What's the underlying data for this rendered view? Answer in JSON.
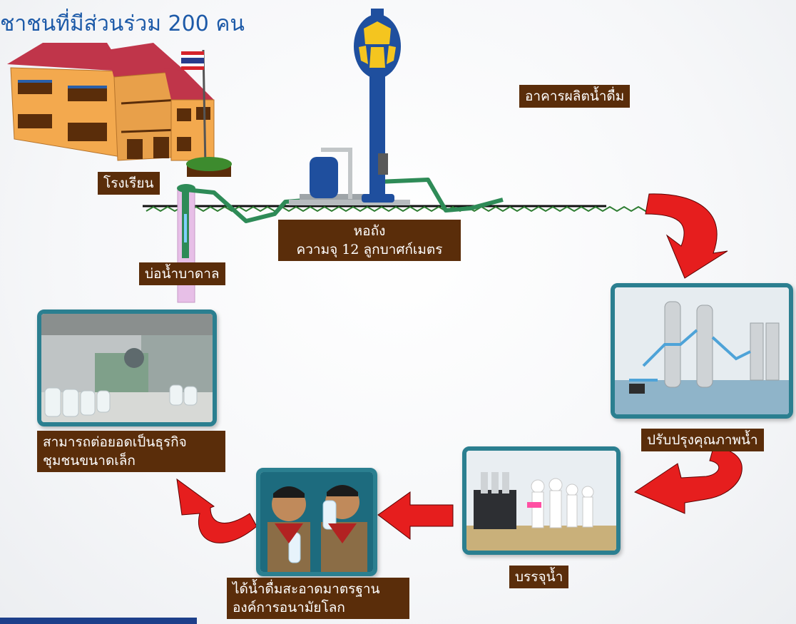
{
  "title": "ชาชนที่มีส่วนร่วม 200 คน",
  "labels": {
    "school": "โรงเรียน",
    "building": "อาคารผลิตน้ำดื่ม",
    "tower_line1": "หอถัง",
    "tower_line2": "ความจุ 12 ลูกบาศก์เมตร",
    "well": "บ่อน้ำบาดาล",
    "business_line1": "สามารถต่อยอดเป็นธุรกิจ",
    "business_line2": "ชุมชนขนาดเล็ก",
    "improve": "ปรับปรุงคุณภาพน้ำ",
    "bottling": "บรรจุน้ำ",
    "standard_line1": "ได้น้ำดื่มสะอาดมาตรฐาน",
    "standard_line2": "องค์การอนามัยโลก"
  },
  "colors": {
    "accent_red": "#e61e1e",
    "label_brown": "#5a2d0a",
    "photo_border": "#2b7f90",
    "title_blue": "#1d5aa8"
  }
}
